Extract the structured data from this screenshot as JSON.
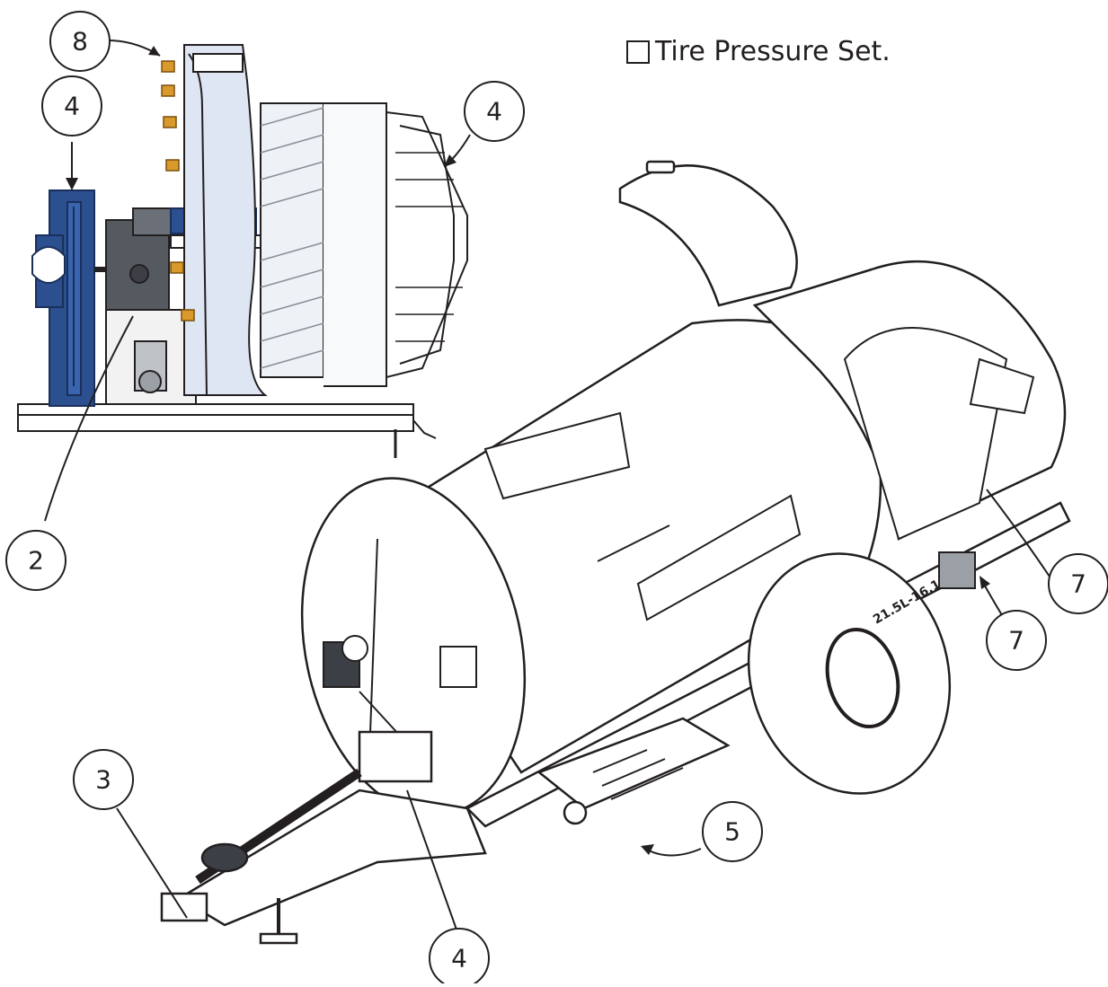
{
  "checklist": {
    "item_label": "Tire Pressure Set."
  },
  "callouts": [
    {
      "id": "callout-8-top",
      "label": "8"
    },
    {
      "id": "callout-4-top-left",
      "label": "4"
    },
    {
      "id": "callout-4-top-right",
      "label": "4"
    },
    {
      "id": "callout-2",
      "label": "2"
    },
    {
      "id": "callout-3",
      "label": "3"
    },
    {
      "id": "callout-4-bottom",
      "label": "4"
    },
    {
      "id": "callout-5",
      "label": "5"
    },
    {
      "id": "callout-7-right",
      "label": "7"
    },
    {
      "id": "callout-7-lower",
      "label": "7"
    }
  ],
  "tire_marking": "21.5L-16.1",
  "colors": {
    "line": "#231f20",
    "blue_housing": "#2b4f8f",
    "gearbox_gray": "#555a60",
    "fan_shade": "#dde6f2",
    "fitting_orange": "#d99a2b"
  }
}
